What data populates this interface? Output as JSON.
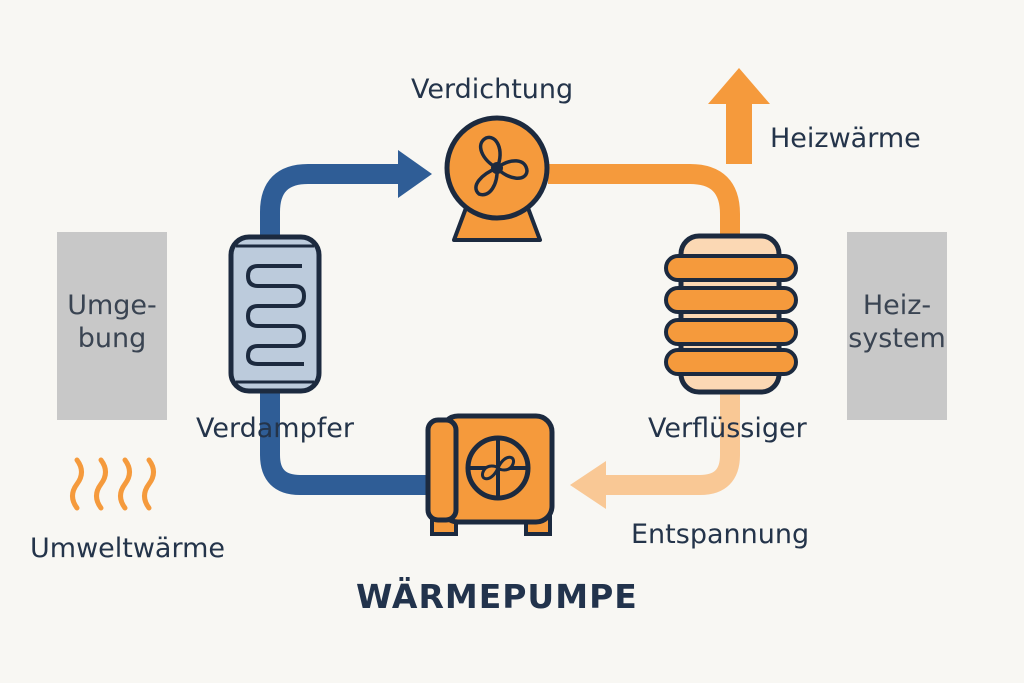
{
  "labels": {
    "compression": "Verdichtung",
    "heat_out": "Heizwärme",
    "evaporator": "Verdampfer",
    "condenser": "Verflüssiger",
    "expansion": "Entspannung",
    "ambient_heat": "Umweltwärme",
    "title": "WÄRMEPUMPE"
  },
  "boxes": {
    "environment_line1": "Umge-",
    "environment_line2": "bung",
    "heating_line1": "Heiz-",
    "heating_line2": "system"
  },
  "colors": {
    "blue": "#2f5d96",
    "orange": "#f59a3c",
    "light_orange": "#f9c895",
    "outline": "#1c2a3f",
    "gray_box": "#c8c8c8",
    "evaporator_fill": "#bccbdc",
    "condenser_fill": "#fbd8b4"
  },
  "icons": [
    "compressor-fan-icon",
    "expansion-valve-icon",
    "evaporator-coil-icon",
    "condenser-coil-icon",
    "heat-output-arrow-icon",
    "ambient-heat-waves-icon"
  ]
}
